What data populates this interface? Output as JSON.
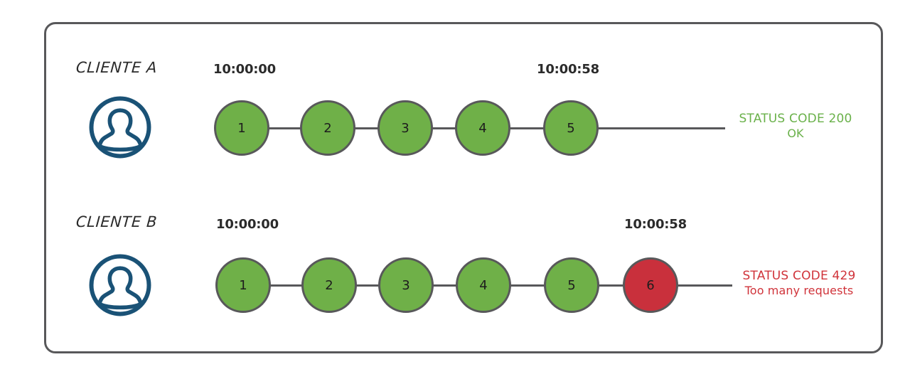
{
  "diagram": {
    "title_hidden": "",
    "frame": {
      "border_color": "#58585a"
    },
    "colors": {
      "node_ok": "#6fb048",
      "node_error": "#c9303c",
      "node_stroke": "#58585a",
      "avatar": "#1a5276",
      "status_ok_text": "#6ab14a",
      "status_error_text": "#d0333a",
      "label_text": "#2b2b2b"
    },
    "rows": [
      {
        "id": "client-a",
        "label": "CLIENTE A",
        "avatar_icon": "user-avatar-icon",
        "timestamp_start": "10:00:00",
        "timestamp_end": "10:00:58",
        "nodes": [
          {
            "n": "1",
            "state": "ok"
          },
          {
            "n": "2",
            "state": "ok"
          },
          {
            "n": "3",
            "state": "ok"
          },
          {
            "n": "4",
            "state": "ok"
          },
          {
            "n": "5",
            "state": "ok"
          }
        ],
        "status": {
          "tone": "green",
          "line1": "STATUS CODE 200",
          "line2": "OK"
        }
      },
      {
        "id": "client-b",
        "label": "CLIENTE B",
        "avatar_icon": "user-avatar-icon",
        "timestamp_start": "10:00:00",
        "timestamp_end": "10:00:58",
        "nodes": [
          {
            "n": "1",
            "state": "ok"
          },
          {
            "n": "2",
            "state": "ok"
          },
          {
            "n": "3",
            "state": "ok"
          },
          {
            "n": "4",
            "state": "ok"
          },
          {
            "n": "5",
            "state": "ok"
          },
          {
            "n": "6",
            "state": "error"
          }
        ],
        "status": {
          "tone": "red",
          "line1": "STATUS CODE 429",
          "line2": "Too many requests"
        }
      }
    ]
  }
}
